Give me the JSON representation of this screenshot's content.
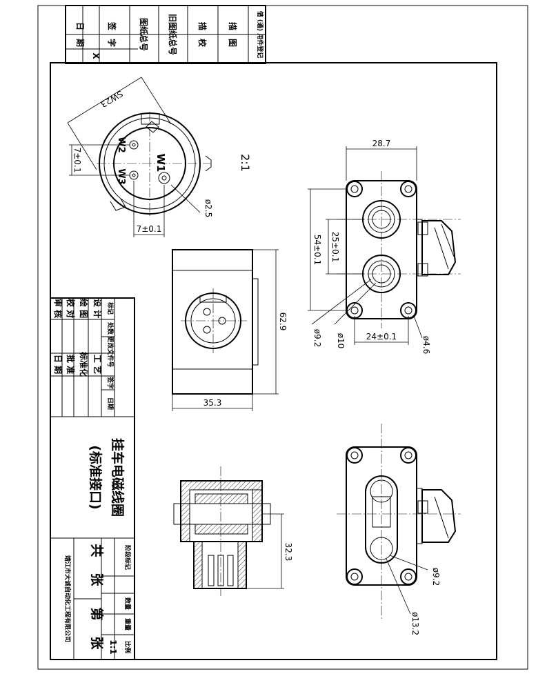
{
  "drawing": {
    "scale_note": "2:1",
    "title_line1": "挂车电磁线圈",
    "title_line2": "(标准接口)",
    "company": "靖江市大诚自动化工程有限公司",
    "sheet_total_label": "共",
    "sheet_total_unit": "张",
    "sheet_no_label": "第",
    "sheet_no_unit": "张",
    "scale_value": "1:1",
    "header_weight": "重量",
    "header_scale": "比例",
    "header_quantity": "数量",
    "header_stage": "阶段标记"
  },
  "left_strip": {
    "date_label": "日　期",
    "signature_label": "签　字",
    "x_mark": "X",
    "drawing_no_label": "图纸总号",
    "old_drawing_no_label": "旧图纸总号",
    "traced_label": "描　校",
    "drawn_label": "描　图",
    "usage_label": "借 (通) 用件登记"
  },
  "signature_block": {
    "rows1": [
      "标记",
      "处数",
      "更改文件号",
      "签字",
      "日期"
    ],
    "row_design": [
      "设 计",
      "工 艺"
    ],
    "row_draw": [
      "绘 图",
      "标准化"
    ],
    "row_check": [
      "校 对",
      "批 准"
    ],
    "row_review": [
      "审 核",
      "日 期"
    ]
  },
  "dimensions": {
    "sw": "SW23",
    "w1": "W1",
    "w2": "W2",
    "w3": "W3",
    "d_pin": "ø2.5",
    "h7": "7±0.1",
    "v7": "7±0.1",
    "width_top": "28.7",
    "h54": "54±0.1",
    "h25": "25±0.1",
    "d92a": "ø9.2",
    "d10": "ø10",
    "w24": "24±0.1",
    "d46": "ø4.6",
    "h629": "62.9",
    "w353": "35.3",
    "h323": "32.3",
    "d92b": "ø9.2",
    "d132": "ø13.2"
  }
}
